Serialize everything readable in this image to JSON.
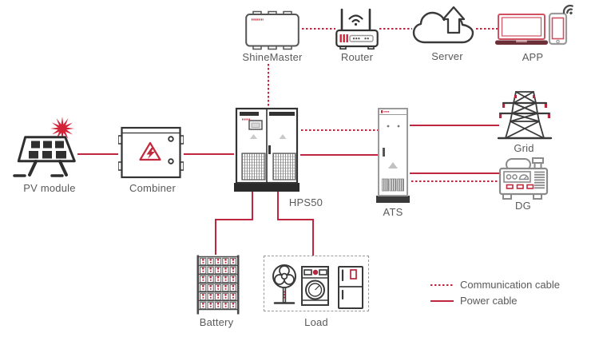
{
  "colors": {
    "cable_red": "#bf2740",
    "icon_red": "#cf2337",
    "detail_red": "#b5273d",
    "icon_dark": "#333333",
    "icon_gray": "#8a8a8a",
    "label_text": "#5a5a5a",
    "background": "#ffffff"
  },
  "nodes": {
    "shinemaster": "ShineMaster",
    "router": "Router",
    "server": "Server",
    "app": "APP",
    "pv_module": "PV module",
    "combiner": "Combiner",
    "inverter": "HPS50",
    "ats": "ATS",
    "grid": "Grid",
    "dg": "DG",
    "battery": "Battery",
    "load": "Load"
  },
  "icons": {
    "shinemaster": "datalogger-box-icon",
    "router": "wifi-router-icon",
    "server": "cloud-upload-icon",
    "app": "laptop-phone-wifi-icon",
    "pv_module": "solar-panel-sun-icon",
    "combiner": "combiner-box-warning-icon",
    "inverter": "inverter-cabinet-icon",
    "ats": "ats-cabinet-icon",
    "grid": "transmission-tower-icon",
    "dg": "diesel-generator-icon",
    "battery": "battery-rack-icon",
    "load": "fan-washer-fridge-icons"
  },
  "connections": [
    {
      "from": "ShineMaster",
      "to": "Router",
      "type": "communication"
    },
    {
      "from": "Router",
      "to": "Server",
      "type": "communication"
    },
    {
      "from": "Server",
      "to": "APP",
      "type": "communication"
    },
    {
      "from": "ShineMaster",
      "to": "HPS50",
      "type": "communication"
    },
    {
      "from": "HPS50",
      "to": "ATS",
      "type": "communication"
    },
    {
      "from": "ATS",
      "to": "DG",
      "type": "communication"
    },
    {
      "from": "PV module",
      "to": "Combiner",
      "type": "power"
    },
    {
      "from": "Combiner",
      "to": "HPS50",
      "type": "power"
    },
    {
      "from": "HPS50",
      "to": "ATS",
      "type": "power"
    },
    {
      "from": "ATS",
      "to": "Grid",
      "type": "power"
    },
    {
      "from": "ATS",
      "to": "DG",
      "type": "power"
    },
    {
      "from": "HPS50",
      "to": "Battery",
      "type": "power"
    },
    {
      "from": "HPS50",
      "to": "Load",
      "type": "power"
    }
  ],
  "legend": {
    "communication": {
      "label": "Communication cable",
      "style": "dotted"
    },
    "power": {
      "label": "Power cable",
      "style": "solid"
    }
  }
}
